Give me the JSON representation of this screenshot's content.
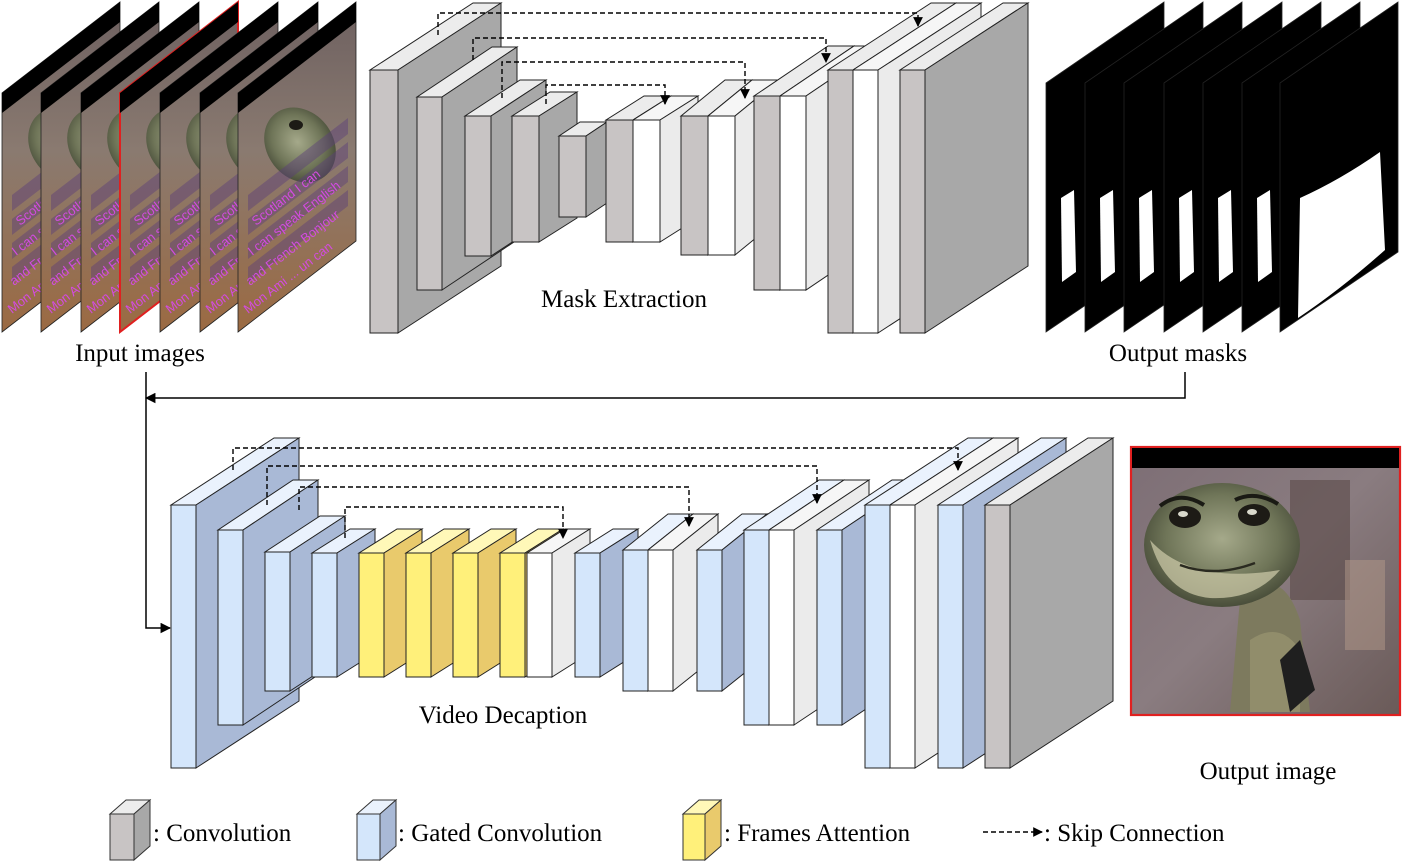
{
  "labels": {
    "input_images": "Input images",
    "mask_extraction": "Mask Extraction",
    "output_masks": "Output masks",
    "video_decaption": "Video Decaption",
    "output_image": "Output image"
  },
  "frame_caption_lines": [
    "Scotland I can",
    "I can speak English",
    "and French Bonjour",
    "Mon Ami ... un can"
  ],
  "legend": {
    "convolution": ": Convolution",
    "gated_convolution": ": Gated Convolution",
    "frames_attention": ": Frames Attention",
    "skip_connection": ": Skip Connection"
  },
  "colors": {
    "conv_front": "#c8c4c4",
    "conv_side": "#a8a8a8",
    "conv_top": "#ececec",
    "gated_front": "#d4e6fb",
    "gated_side": "#a9b9d6",
    "gated_top": "#eaf2fd",
    "attn_front": "#fff07a",
    "attn_side": "#e9ca6c",
    "attn_top": "#fff8b8",
    "white_front": "#ffffff",
    "white_side": "#ebebeb",
    "highlight_border": "#e02020",
    "caption_text": "#d34ce0"
  }
}
